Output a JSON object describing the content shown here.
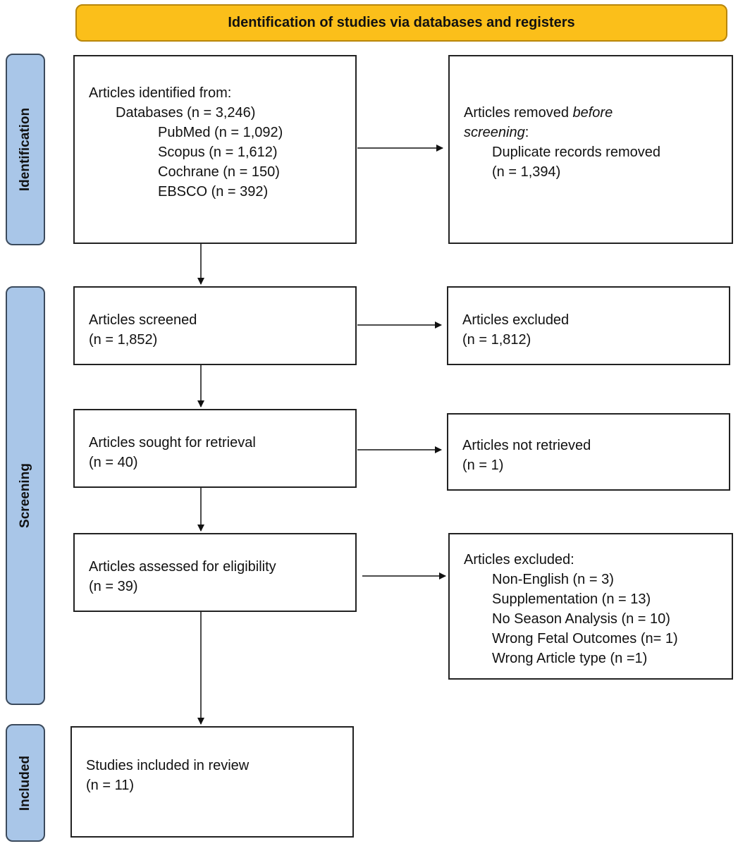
{
  "header": {
    "title": "Identification of studies via databases and registers"
  },
  "phases": {
    "identification": "Identification",
    "screening": "Screening",
    "included": "Included"
  },
  "identified": {
    "heading": "Articles identified from:",
    "databases": "Databases (n = 3,246)",
    "sources": [
      "PubMed (n = 1,092)",
      "Scopus (n = 1,612)",
      "Cochrane (n = 150)",
      "EBSCO (n = 392)"
    ]
  },
  "removed": {
    "line1_prefix": "Articles removed ",
    "line1_italic": "before",
    "line2_italic": "screening",
    "line2_suffix": ":",
    "detail": "Duplicate records removed",
    "count": "(n = 1,394)"
  },
  "screened": {
    "label": "Articles screened",
    "count": "(n = 1,852)"
  },
  "excluded_screening": {
    "label": "Articles excluded",
    "count": "(n = 1,812)"
  },
  "sought": {
    "label": "Articles sought for retrieval",
    "count": "(n = 40)"
  },
  "not_retrieved": {
    "label": "Articles not retrieved",
    "count": "(n = 1)"
  },
  "assessed": {
    "label": "Articles assessed for eligibility",
    "count": "(n = 39)"
  },
  "excluded_eligibility": {
    "heading": "Articles excluded:",
    "reasons": [
      "Non-English (n = 3)",
      "Supplementation (n = 13)",
      "No Season Analysis (n = 10)",
      "Wrong Fetal Outcomes (n= 1)",
      "Wrong Article type (n =1)"
    ]
  },
  "included_box": {
    "label": "Studies included in review",
    "count": "(n = 11)"
  },
  "colors": {
    "header_fill": "#fbbf1a",
    "phase_fill": "#a9c6e8",
    "box_border": "#222222"
  }
}
